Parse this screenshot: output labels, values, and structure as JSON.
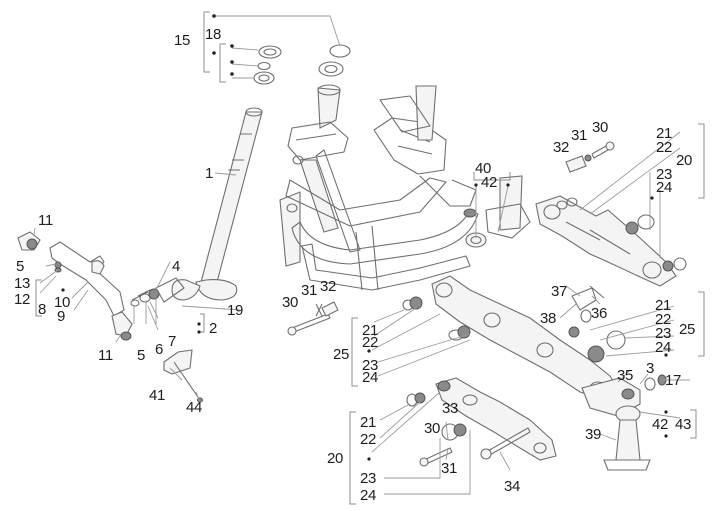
{
  "diagram": {
    "title": "Frame / swingarm exploded parts view",
    "stroke_color": "#6f6f6f",
    "label_color": "#1e1e1e"
  },
  "labels": {
    "p15": "15",
    "p18": "18",
    "p1": "1",
    "p11a": "11",
    "p5a": "5",
    "p13": "13",
    "p12": "12",
    "p10": "10",
    "p8": "8",
    "p9": "9",
    "p11b": "11",
    "p4": "4",
    "p19": "19",
    "p2": "2",
    "p5b": "5",
    "p6": "6",
    "p7": "7",
    "p41": "41",
    "p44": "44",
    "p30a": "30",
    "p31a": "31",
    "p32a": "32",
    "p21a": "21",
    "p22a": "22",
    "p25a": "25",
    "p23a": "23",
    "p24a": "24",
    "p40": "40",
    "p42a": "42",
    "p32b": "32",
    "p31b": "31",
    "p30b": "30",
    "p21b": "21",
    "p22b": "22",
    "p20a": "20",
    "p23b": "23",
    "p24b": "24",
    "p37": "37",
    "p38": "38",
    "p36": "36",
    "p21c": "21",
    "p22c": "22",
    "p23c": "23",
    "p25b": "25",
    "p24c": "24",
    "p35": "35",
    "p3": "3",
    "p17": "17",
    "p42b": "42",
    "p43": "43",
    "p39": "39",
    "p21d": "21",
    "p22d": "22",
    "p20b": "20",
    "p33": "33",
    "p30c": "30",
    "p31c": "31",
    "p23d": "23",
    "p24d": "24",
    "p34": "34"
  }
}
